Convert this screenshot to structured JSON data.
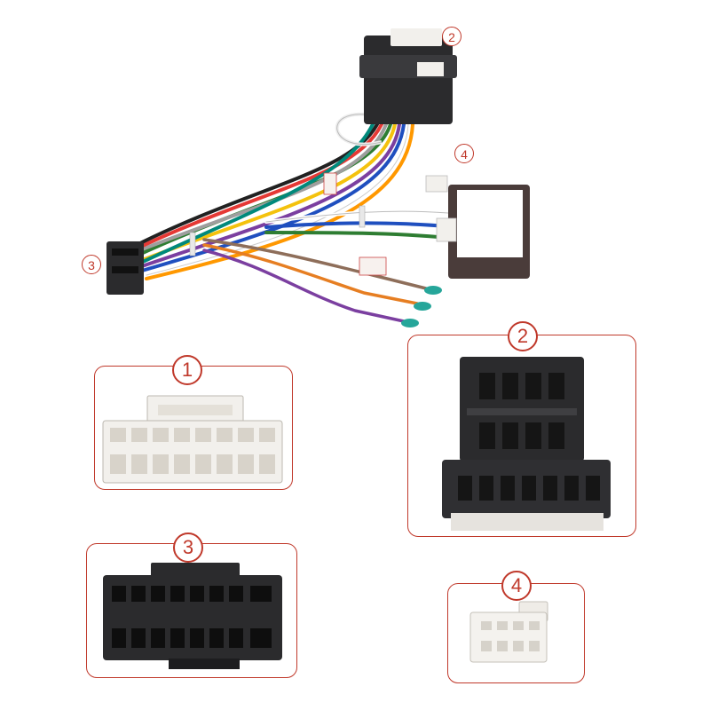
{
  "callouts": {
    "harness_2": "2",
    "harness_4": "4",
    "harness_3": "3"
  },
  "panels": {
    "p1": "1",
    "p2": "2",
    "p3": "3",
    "p4": "4"
  },
  "colors": {
    "accent": "#c0392b",
    "connector_black": "#2b2b2d",
    "connector_white": "#f2f0ec",
    "box_dark": "#4a3c3a"
  }
}
